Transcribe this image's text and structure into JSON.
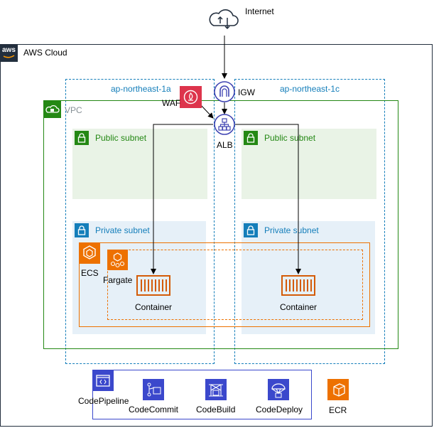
{
  "internet": {
    "label": "Internet"
  },
  "aws_cloud": {
    "label": "AWS Cloud",
    "logo_text": "aws"
  },
  "availability_zones": [
    {
      "label": "ap-northeast-1a"
    },
    {
      "label": "ap-northeast-1c"
    }
  ],
  "vpc": {
    "label": "VPC"
  },
  "igw": {
    "label": "IGW"
  },
  "waf": {
    "label": "WAF"
  },
  "alb": {
    "label": "ALB"
  },
  "subnets": {
    "public_a": {
      "label": "Public subnet"
    },
    "public_c": {
      "label": "Public subnet"
    },
    "private_a": {
      "label": "Private subnet"
    },
    "private_c": {
      "label": "Private subnet"
    }
  },
  "ecs": {
    "label": "ECS"
  },
  "fargate": {
    "label": "Fargate"
  },
  "containers": [
    {
      "label": "Container"
    },
    {
      "label": "Container"
    }
  ],
  "cicd": {
    "codepipeline": {
      "label": "CodePipeline"
    },
    "codecommit": {
      "label": "CodeCommit"
    },
    "codebuild": {
      "label": "CodeBuild"
    },
    "codedeploy": {
      "label": "CodeDeploy"
    }
  },
  "ecr": {
    "label": "ECR"
  },
  "colors": {
    "aws_border": "#232f3e",
    "vpc_green": "#248814",
    "az_blue": "#147eba",
    "public_fill": "#e9f3e6",
    "private_fill": "#e6f0f8",
    "ecs_orange": "#ed7100",
    "waf_red": "#dd344c",
    "network_purple": "#3f44b2",
    "devtools_blue": "#3b48cc"
  }
}
